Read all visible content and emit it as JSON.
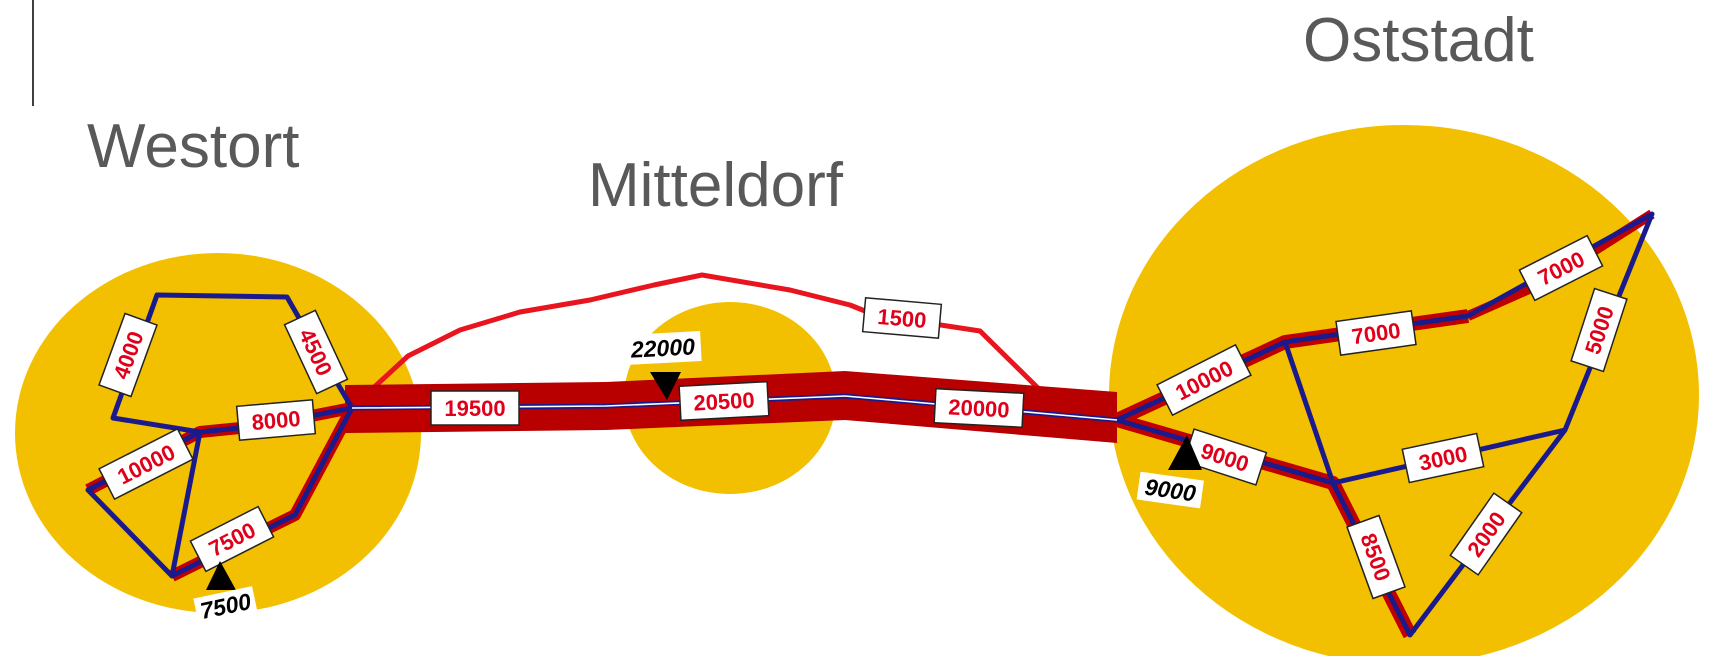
{
  "towns": {
    "west": "Westort",
    "middle": "Mitteldorf",
    "east": "Oststadt"
  },
  "colors": {
    "town_fill": "#f2c000",
    "road": "#1a1a8c",
    "load": "#c00000",
    "bypass": "#e8141e",
    "label_text": "#e0001a",
    "town_text": "#595959"
  },
  "volumes": {
    "west_loop_left": "4000",
    "west_loop_right": "4500",
    "west_link_8000": "8000",
    "west_link_10000": "10000",
    "west_south_7500": "7500",
    "corridor_west": "19500",
    "corridor_middle": "20500",
    "corridor_east": "20000",
    "bypass": "1500",
    "east_entry_10000": "10000",
    "east_entry_9000": "9000",
    "east_north_7000_a": "7000",
    "east_north_7000_b": "7000",
    "east_right_5000": "5000",
    "east_center_3000": "3000",
    "east_south_8500": "8500",
    "east_south_2000": "2000"
  },
  "markers": {
    "west_source": "7500",
    "middle_source": "22000",
    "east_source": "9000"
  }
}
